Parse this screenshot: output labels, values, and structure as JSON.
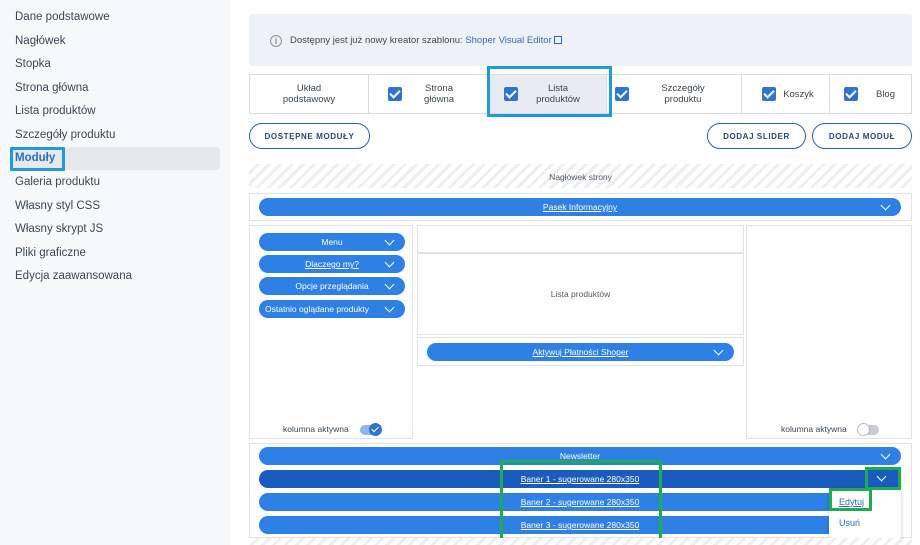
{
  "sidebar": {
    "items": [
      {
        "label": "Dane podstawowe"
      },
      {
        "label": "Nagłówek"
      },
      {
        "label": "Stopka"
      },
      {
        "label": "Strona główna"
      },
      {
        "label": "Lista produktów"
      },
      {
        "label": "Szczegóły produktu"
      },
      {
        "label": "Moduły"
      },
      {
        "label": "Galeria produktu"
      },
      {
        "label": "Własny styl CSS"
      },
      {
        "label": "Własny skrypt JS"
      },
      {
        "label": "Pliki graficzne"
      },
      {
        "label": "Edycja zaawansowana"
      }
    ],
    "active_index": 6
  },
  "notice": {
    "text": "Dostępny jest już nowy kreator szablonu:",
    "link": "Shoper Visual Editor",
    "icon": "info-icon"
  },
  "tabs": [
    {
      "label": "Układ podstawowy",
      "checked": false
    },
    {
      "label": "Strona główna",
      "checked": true
    },
    {
      "label": "Lista produktów",
      "checked": true,
      "selected": true
    },
    {
      "label": "Szczegóły produktu",
      "checked": true
    },
    {
      "label": "Koszyk",
      "checked": true
    },
    {
      "label": "Blog",
      "checked": true
    }
  ],
  "buttons": {
    "available_modules": "DOSTĘPNE MODUŁY",
    "add_slider": "DODAJ SLIDER",
    "add_module": "DODAJ MODUŁ"
  },
  "layout": {
    "header_zone": "Nagłówek strony",
    "top_bar": "Pasek Informacyjny",
    "left_modules": [
      "Menu",
      "Dlaczego my?",
      "Opcje przeglądania",
      "Ostatnio oglądane produkty"
    ],
    "center_zone": "Lista produktów",
    "center_module": "Aktywuj Płatności Shoper",
    "left_toggle": {
      "label": "kolumna aktywna",
      "on": true
    },
    "right_toggle": {
      "label": "kolumna aktywna",
      "on": false
    },
    "bottom_modules": [
      "Newsletter",
      "Baner 1 - sugerowane 280x350",
      "Baner 2 - sugerowane 280x350",
      "Baner 3 - sugerowane 280x350"
    ]
  },
  "dropdown": {
    "edit": "Edytuj",
    "delete": "Usuń"
  },
  "colors": {
    "accent": "#2f80e4",
    "accent_dark": "#1a5bbf",
    "highlight_blue": "#1f9bd8",
    "highlight_green": "#1dac52"
  }
}
